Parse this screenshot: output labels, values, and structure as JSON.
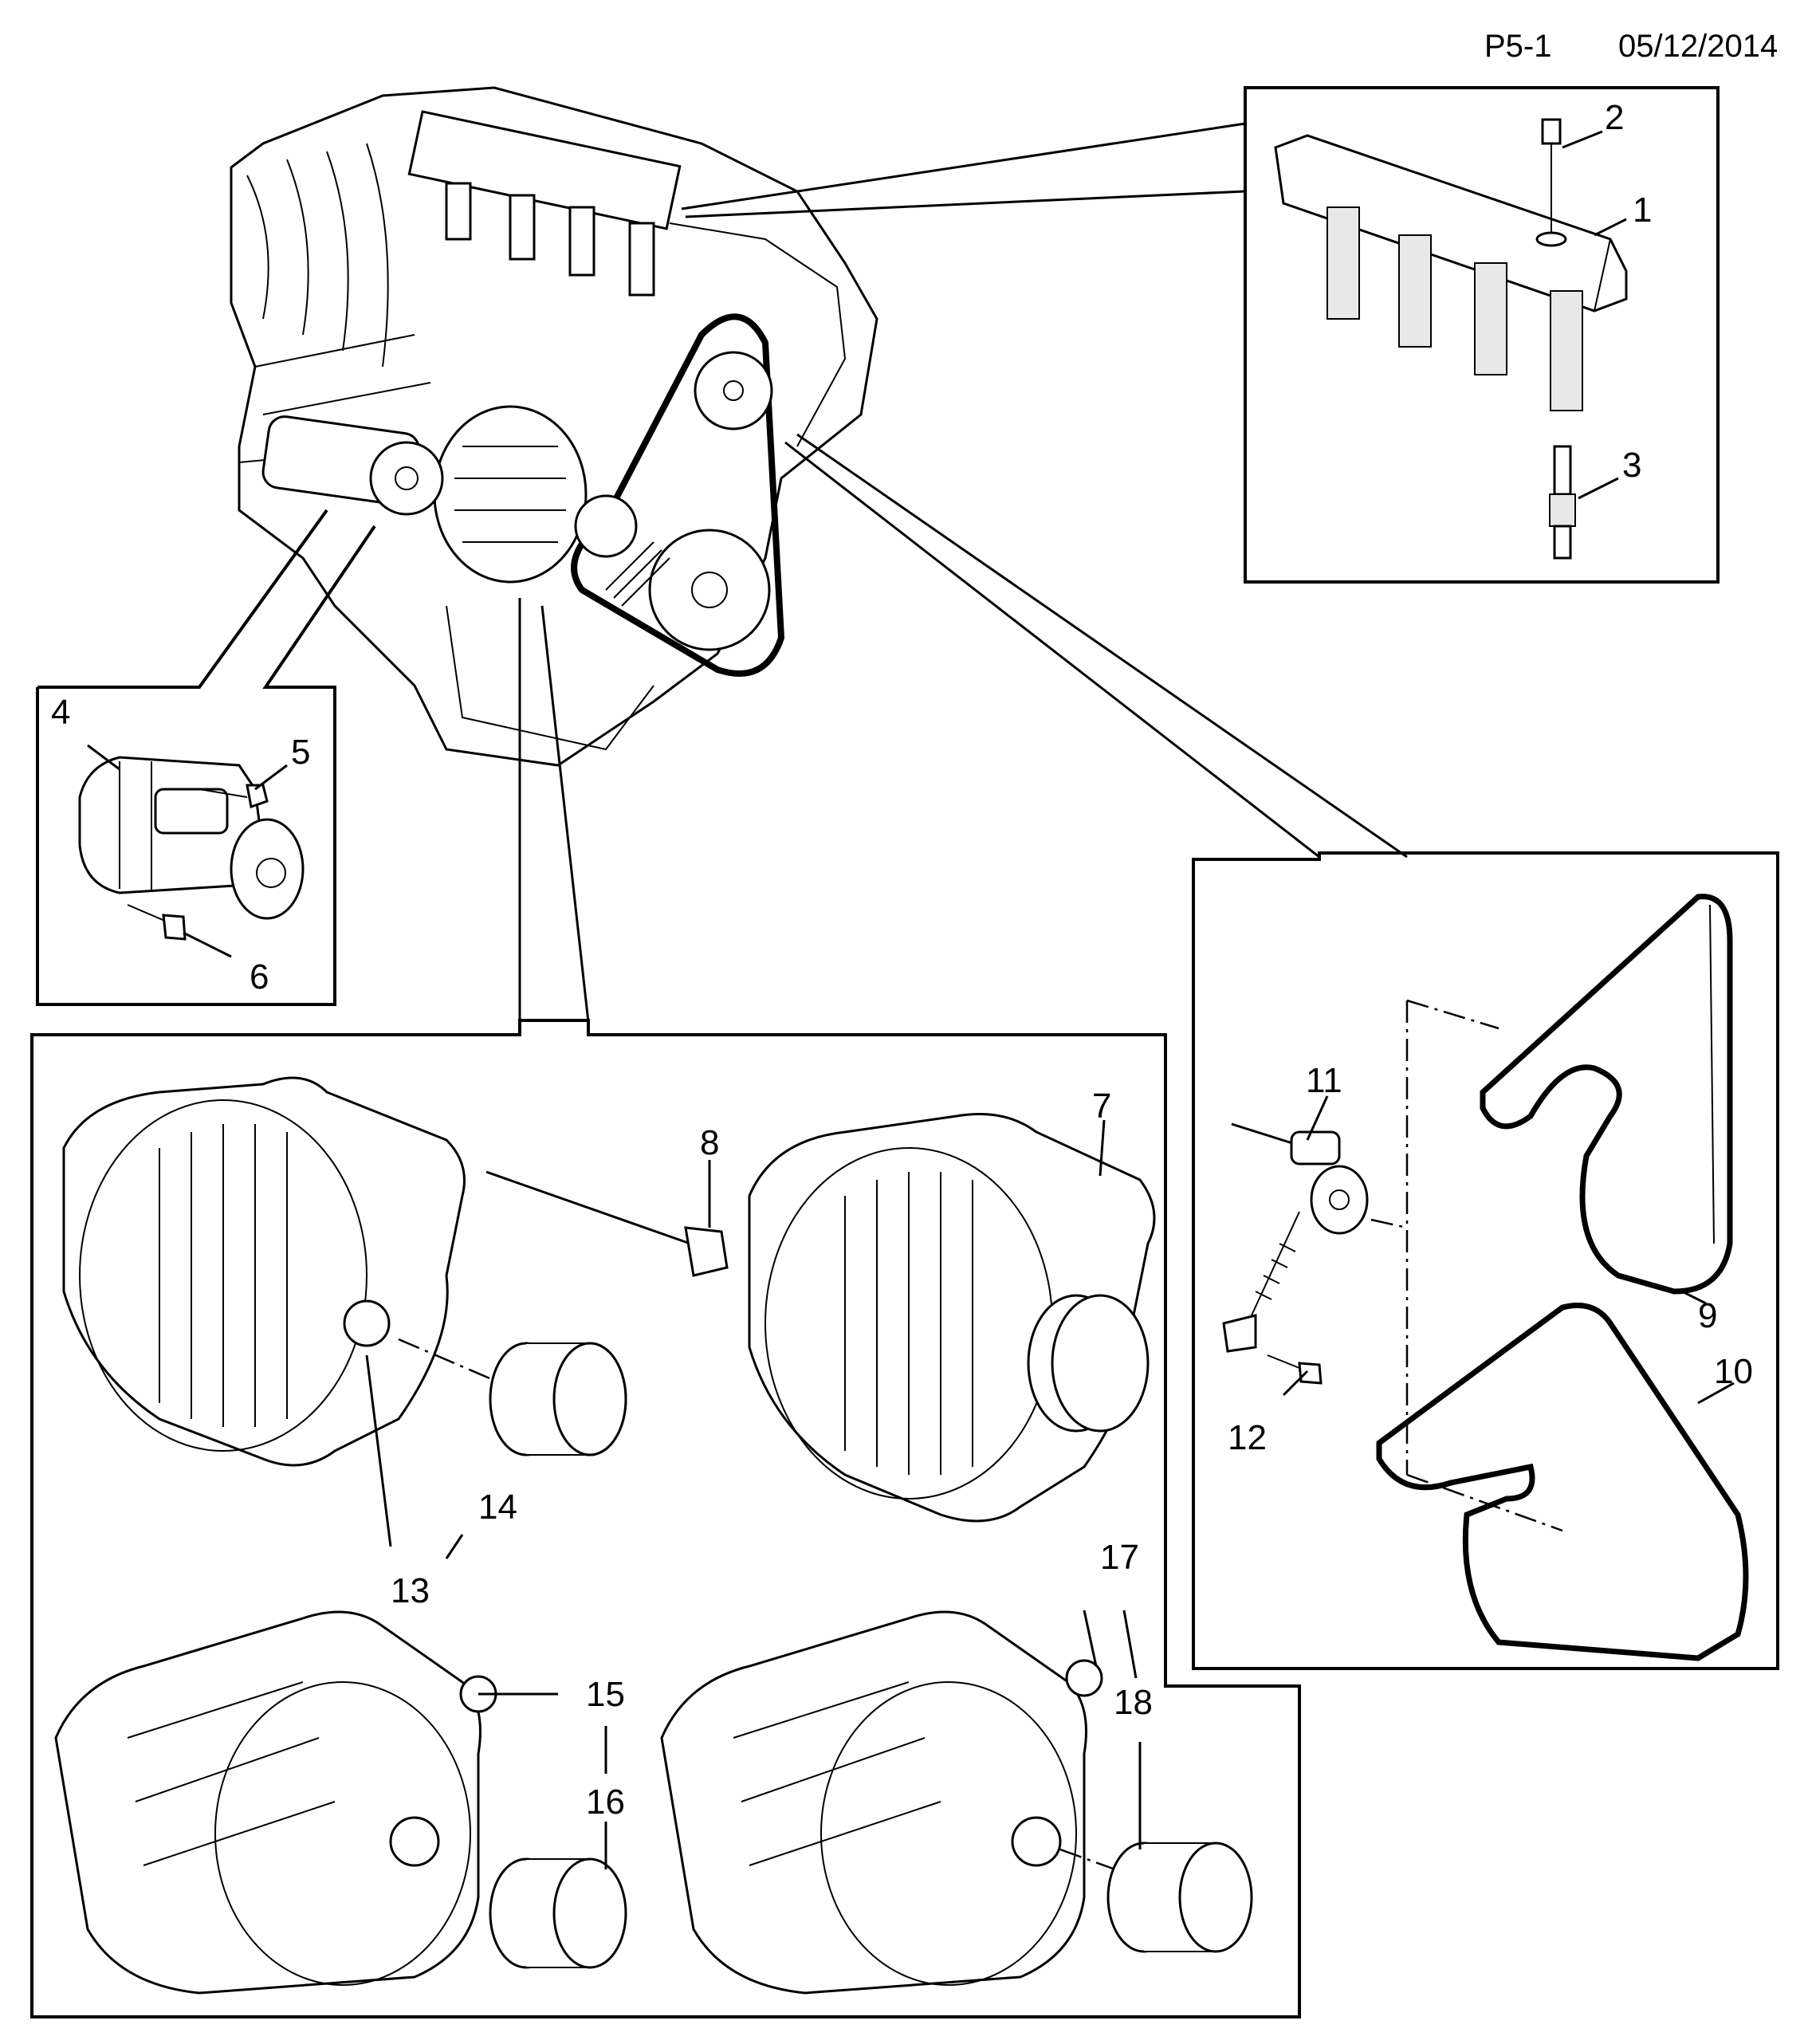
{
  "header": {
    "page_code": "P5-1",
    "date": "05/12/2014"
  },
  "callouts": [
    "1",
    "2",
    "3",
    "4",
    "5",
    "6",
    "7",
    "8",
    "9",
    "10",
    "11",
    "12",
    "13",
    "14",
    "15",
    "16",
    "17",
    "18"
  ]
}
